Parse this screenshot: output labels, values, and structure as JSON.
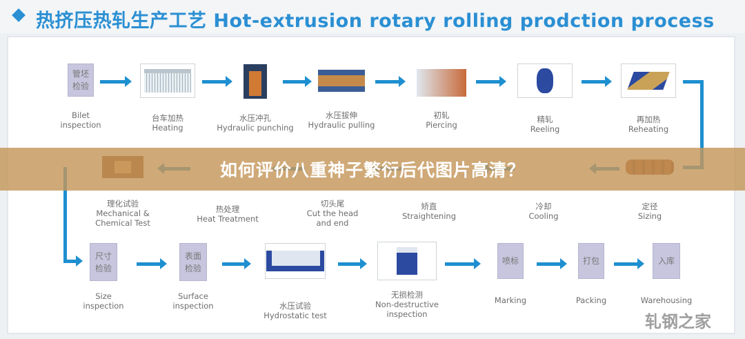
{
  "header": {
    "title": "热挤压热轧生产工艺  Hot-extrusion rotary rolling prodction process",
    "accent": "#2b8fd3"
  },
  "banner": {
    "text": "如何评价八重神子繁衍后代图片高清？"
  },
  "watermark": "轧钢之家",
  "steps": [
    {
      "id": "billet-inspection",
      "box_text": "管坯\n检验",
      "cn": "",
      "en": "Bilet\ninspection",
      "icon": "tag"
    },
    {
      "id": "heating",
      "box_text": "",
      "cn": "台车加热",
      "en": "Heating",
      "icon": "furnace"
    },
    {
      "id": "hydraulic-punching",
      "box_text": "",
      "cn": "水压冲孔",
      "en": "Hydraulic punching",
      "icon": "punch"
    },
    {
      "id": "hydraulic-pulling",
      "box_text": "",
      "cn": "水压拔伸",
      "en": "Hydraulic pulling",
      "icon": "pull"
    },
    {
      "id": "piercing",
      "box_text": "",
      "cn": "初轧",
      "en": "Piercing",
      "icon": "pierce"
    },
    {
      "id": "reeling",
      "box_text": "",
      "cn": "精轧",
      "en": "Reeling",
      "icon": "reel"
    },
    {
      "id": "reheating",
      "box_text": "",
      "cn": "再加热",
      "en": "Reheating",
      "icon": "reheat"
    },
    {
      "id": "sizing",
      "box_text": "",
      "cn": "定径",
      "en": "Sizing",
      "icon": "sizing"
    },
    {
      "id": "cooling",
      "box_text": "",
      "cn": "冷却",
      "en": "Cooling",
      "icon": "none"
    },
    {
      "id": "straightening",
      "box_text": "",
      "cn": "矫直",
      "en": "Straightening",
      "icon": "none"
    },
    {
      "id": "cut-head-end",
      "box_text": "",
      "cn": "切头尾",
      "en": "Cut the head\nand end",
      "icon": "none"
    },
    {
      "id": "heat-treatment",
      "box_text": "",
      "cn": "热处理",
      "en": "Heat Treatment",
      "icon": "none"
    },
    {
      "id": "mechanical-chemical-test",
      "box_text": "",
      "cn": "理化试验",
      "en": "Mechanical &\nChemical Test",
      "icon": "lab"
    },
    {
      "id": "size-inspection",
      "box_text": "尺寸\n检验",
      "cn": "",
      "en": "Size\ninspection",
      "icon": "tag"
    },
    {
      "id": "surface-inspection",
      "box_text": "表面\n检验",
      "cn": "",
      "en": "Surface\ninspection",
      "icon": "tag"
    },
    {
      "id": "hydrostatic-test",
      "box_text": "",
      "cn": "水压试验",
      "en": "Hydrostatic test",
      "icon": "hydro"
    },
    {
      "id": "non-destructive-inspection",
      "box_text": "",
      "cn": "无损检测",
      "en": "Non-destructive\ninspection",
      "icon": "ndt"
    },
    {
      "id": "marking",
      "box_text": "喷标",
      "cn": "",
      "en": "Marking",
      "icon": "tag"
    },
    {
      "id": "packing",
      "box_text": "打包",
      "cn": "",
      "en": "Packing",
      "icon": "tag"
    },
    {
      "id": "warehousing",
      "box_text": "入库",
      "cn": "",
      "en": "Warehousing",
      "icon": "tag"
    }
  ]
}
